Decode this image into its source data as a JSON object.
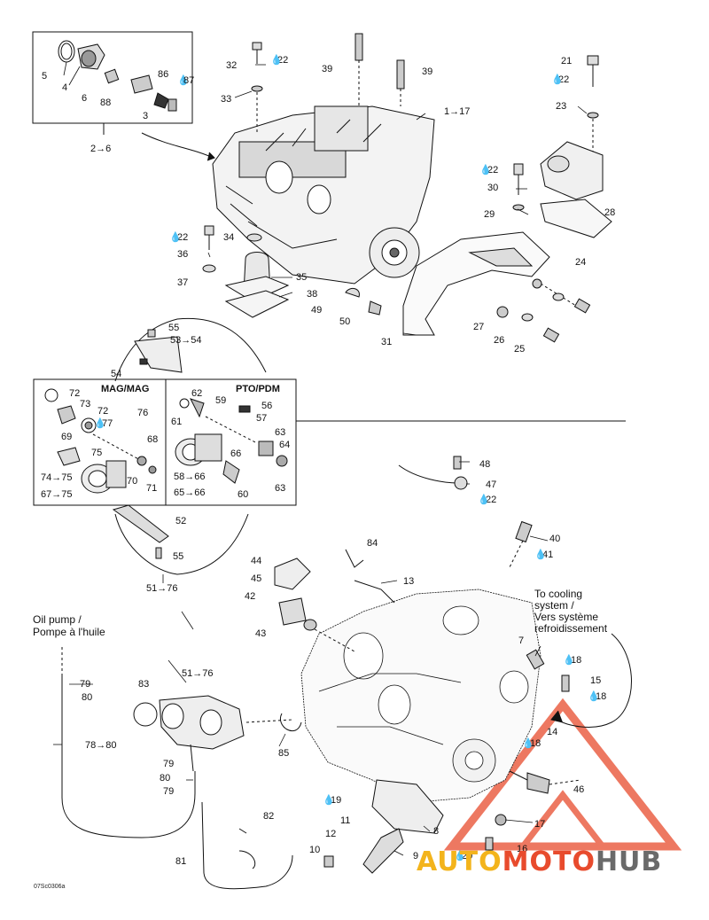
{
  "labels": {
    "l5": "5",
    "l4": "4",
    "l6": "6",
    "l88": "88",
    "l86": "86",
    "l87": "87",
    "l3": "3",
    "l2_6": "2→6",
    "l32": "32",
    "l22a": "22",
    "l33": "33",
    "l39a": "39",
    "l39b": "39",
    "l1_17": "1→17",
    "l21": "21",
    "l22b": "22",
    "l23": "23",
    "l22c": "22",
    "l30": "30",
    "l29": "29",
    "l28": "28",
    "l24": "24",
    "l22d": "22",
    "l36": "36",
    "l34": "34",
    "l37": "37",
    "l35": "35",
    "l38": "38",
    "l49": "49",
    "l50": "50",
    "l31": "31",
    "l27": "27",
    "l26": "26",
    "l25": "25",
    "l55a": "55",
    "l53_54": "53→54",
    "l54": "54",
    "l72a": "72",
    "l73": "73",
    "l72b": "72",
    "l77": "77",
    "l76": "76",
    "l69": "69",
    "l75": "75",
    "l68": "68",
    "l74_75": "74→75",
    "l67_75": "67→75",
    "l70": "70",
    "l71": "71",
    "l62": "62",
    "l59": "59",
    "l61": "61",
    "l56": "56",
    "l57": "57",
    "l63a": "63",
    "l64": "64",
    "l66": "66",
    "l58_66": "58→66",
    "l65_66": "65→66",
    "l60": "60",
    "l63b": "63",
    "l52": "52",
    "l55b": "55",
    "l51_76a": "51→76",
    "l48": "48",
    "l47": "47",
    "l22e": "22",
    "l40": "40",
    "l41": "41",
    "l84": "84",
    "l13": "13",
    "l44": "44",
    "l45": "45",
    "l42": "42",
    "l43": "43",
    "l7": "7",
    "l18a": "18",
    "l15": "15",
    "l18b": "18",
    "l14": "14",
    "l18c": "18",
    "l46": "46",
    "l17": "17",
    "l16": "16",
    "l20": "20",
    "l19": "19",
    "l8": "8",
    "l11": "11",
    "l12": "12",
    "l10": "10",
    "l9": "9",
    "l79a": "79",
    "l80a": "80",
    "l78_80": "78→80",
    "l83": "83",
    "l51_76b": "51→76",
    "l85": "85",
    "l79b": "79",
    "l80b": "80",
    "l79c": "79",
    "l82": "82",
    "l81": "81"
  },
  "box_titles": {
    "mag": "MAG/MAG",
    "pto": "PTO/PDM"
  },
  "notes": {
    "oil_pump_1": "Oil pump /",
    "oil_pump_2": "Pompe à l'huile",
    "cooling_1": "To cooling",
    "cooling_2": "system /",
    "cooling_3": "Vers système",
    "cooling_4": "refroidissement"
  },
  "figure_code": "07Sc0306a",
  "watermark": {
    "part1": "AUTO",
    "part2": "MOTO",
    "part3": "HUB"
  },
  "colors": {
    "ink": "#111111",
    "watermark_yellow": "#f3b41c",
    "watermark_red": "#e84b2d",
    "watermark_gray": "#6a6a6a"
  }
}
